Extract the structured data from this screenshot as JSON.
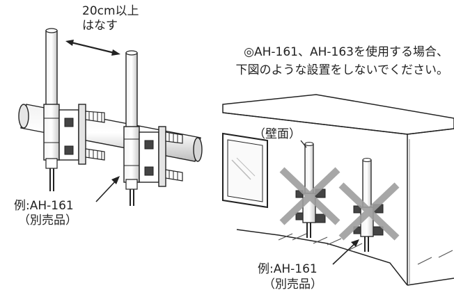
{
  "distance_label": {
    "line1": "20cm以上",
    "line2": "はなす"
  },
  "note": {
    "line1": "◎AH-161、AH-163を使用する場合、",
    "line2": "下図のような設置をしないでください。"
  },
  "wall_label": "（壁面）",
  "example_left": {
    "line1": "例:AH-161",
    "line2": "（別売品）"
  },
  "example_right": {
    "line1": "例:AH-161",
    "line2": "（別売品）"
  },
  "colors": {
    "stroke": "#222222",
    "pole": "#cccccc",
    "mast": "#eeeeee",
    "x_mark": "#9e9e9e",
    "hatch": "#555555"
  }
}
